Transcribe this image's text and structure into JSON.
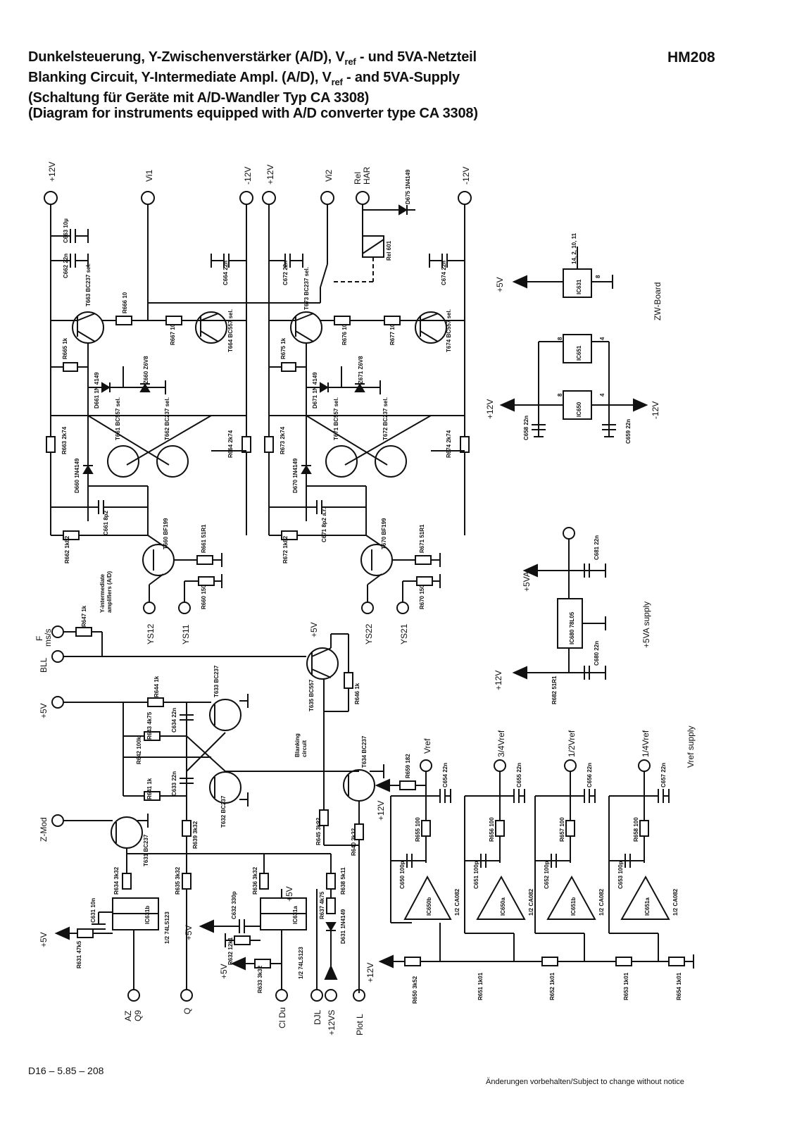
{
  "header": {
    "line1": "Dunkelsteuerung, Y-Zwischenverstärker (A/D), V",
    "line1_sub": "ref",
    "line1_end": " - und 5VA-Netzteil",
    "line2": "Blanking Circuit, Y-Intermediate Ampl. (A/D), V",
    "line2_sub": "ref",
    "line2_end": " - and 5VA-Supply",
    "line3": "(Schaltung für Geräte mit A/D-Wandler Typ CA 3308)",
    "line4": "(Diagram for instruments equipped with A/D converter type CA 3308)",
    "model": "HM208"
  },
  "footer": {
    "code": "D16 – 5.85 – 208",
    "notice": "Änderungen vorbehalten/Subject to change without notice"
  },
  "terminals": {
    "p12a": "+12V",
    "vi1": "Vi1",
    "m12a": "-12V",
    "p12b": "+12V",
    "vi2": "Vi2",
    "rel": "Rel",
    "har": "HAR",
    "m12b": "-12V",
    "ys12": "YS12",
    "ys11": "YS11",
    "ys22": "YS22",
    "ys21": "YS21",
    "f": "F",
    "ms": "ms/s",
    "bll": "BLL",
    "p5a": "+5V",
    "zmod": "Z-Mod",
    "az": "AZ",
    "q9": "Q9",
    "q": "Q",
    "cldu": "Cl Du",
    "djl": "DJL",
    "p12vs": "+12VS",
    "plotl": "Plot L",
    "vref": "Vref",
    "vref34": "3/4Vref",
    "vref12": "1/2Vref",
    "vref14": "1/4Vref",
    "vref_supply": "Vref supply",
    "p5va": "+5VA",
    "p5va_supply": "+5VA supply",
    "p5v_zw": "+5V",
    "zw_board": "ZW-Board",
    "p12c": "+12V",
    "m12c": "-12V",
    "p12d": "+12V",
    "p12e": "+12V",
    "p12f": "+12V",
    "p5b": "+5V",
    "p5c": "+5V",
    "p5d": "+5V",
    "p5e": "+5V",
    "p5f": "+5V"
  },
  "labels": {
    "yint": "Y-intermediate",
    "yint2": "amplifiers (A/D)",
    "blank": "Blanking",
    "blank2": "circuit"
  },
  "components": {
    "c663": "C663 10µ",
    "c662": "C662 22n",
    "c664": "C664 22n",
    "c672": "C672 22n",
    "c674": "C674 22n",
    "t663": "T663 BC237 sel.",
    "r666": "R666 10",
    "r667": "R667 10",
    "t664": "T664 BC557 sel.",
    "r665": "R665 1k",
    "d661": "D661 1N 4149",
    "z660": "Z660 Z6V8",
    "r663": "R663 2k74",
    "t661": "T661 BC557 sel.",
    "t662": "T662 BC237 sel.",
    "r664": "R664 2k74",
    "d660": "D660 1N4149",
    "c661": "C661 8p2",
    "r662": "R662 1k82",
    "t660": "T660 BF199",
    "r661": "R661 51R1",
    "r660": "R660 150",
    "t673": "T673 BC237 sel.",
    "r676": "R676 10",
    "r677": "R677 10",
    "t674": "T674 BC557 sel.",
    "r675": "R675 1k",
    "d671": "D671 1N 4149",
    "z671": "Z671 Z6V8",
    "r673": "R673 2k74",
    "t671": "T671 BC557 sel.",
    "t672": "T672 BC237 sel.",
    "r674": "R674 2k74",
    "d670": "D670 1N4149",
    "c671": "C671 8p2 a.r.",
    "r672": "R672 1k82",
    "t670": "T670 BF199",
    "r671": "R671 51R1",
    "r670": "R670 150",
    "rel601": "Rel 601",
    "d675": "D675 1N4149",
    "ic631": "IC631",
    "ic651": "IC651",
    "ic650": "IC650",
    "c658": "C658 22n",
    "c659": "C659 22n",
    "pins631": "14, 2, 10, 11",
    "pin8": "8",
    "pin4": "4",
    "c681": "C681 22n",
    "ic680": "IC680 78L05",
    "c680": "C680 22n",
    "r682": "R682 51R1",
    "r647": "R647 1k",
    "t635": "T635 BC557",
    "r646": "R646 1k",
    "r644": "R644 1k",
    "t633": "T633 BC237",
    "c634": "C634 22n",
    "r643": "R643 4k75",
    "r642": "R642 100k",
    "c633": "C633 22n",
    "r641": "R641 1k",
    "t632": "T632 BC237",
    "t634": "T634 BC237",
    "r645": "R645 3k92",
    "r640": "R640 3k32",
    "r639": "R639 3k32",
    "t631": "T631 BC237",
    "r634": "R634 3k32",
    "r635": "R635 3k32",
    "r636": "R636 3k32",
    "r638": "R638 5k11",
    "c631": "C631 10n",
    "ic631b": "IC631b",
    "ic631a": "IC631a",
    "ls123a": "1/2 74LS123",
    "ls123b": "1/2 74LS123",
    "r631": "R631 47k5",
    "c632": "C632 330p",
    "r637": "R637 4k75",
    "d631": "D631 1N4149",
    "r632": "R632 12k1",
    "r633": "R633 3k32",
    "r659": "R659 182",
    "c654": "C654 22n",
    "c655": "C655 22n",
    "c656": "C656 22n",
    "c657": "C657 22n",
    "r655": "R655 100",
    "r656": "R656 100",
    "r657": "R657 100",
    "r658": "R658 100",
    "c650": "C650 100p",
    "c651": "C651 100p",
    "c652": "C652 100p",
    "c653": "C653 100p",
    "ic650b": "IC650b",
    "ic650a": "IC650a",
    "ic651b": "IC651b",
    "ic651a": "IC651a",
    "ca082": "1/2 CA082",
    "r650": "R650 3k52",
    "r651": "R651 1k01",
    "r652": "R652 1k01",
    "r653": "R653 1k01",
    "r654": "R654 1k01"
  }
}
